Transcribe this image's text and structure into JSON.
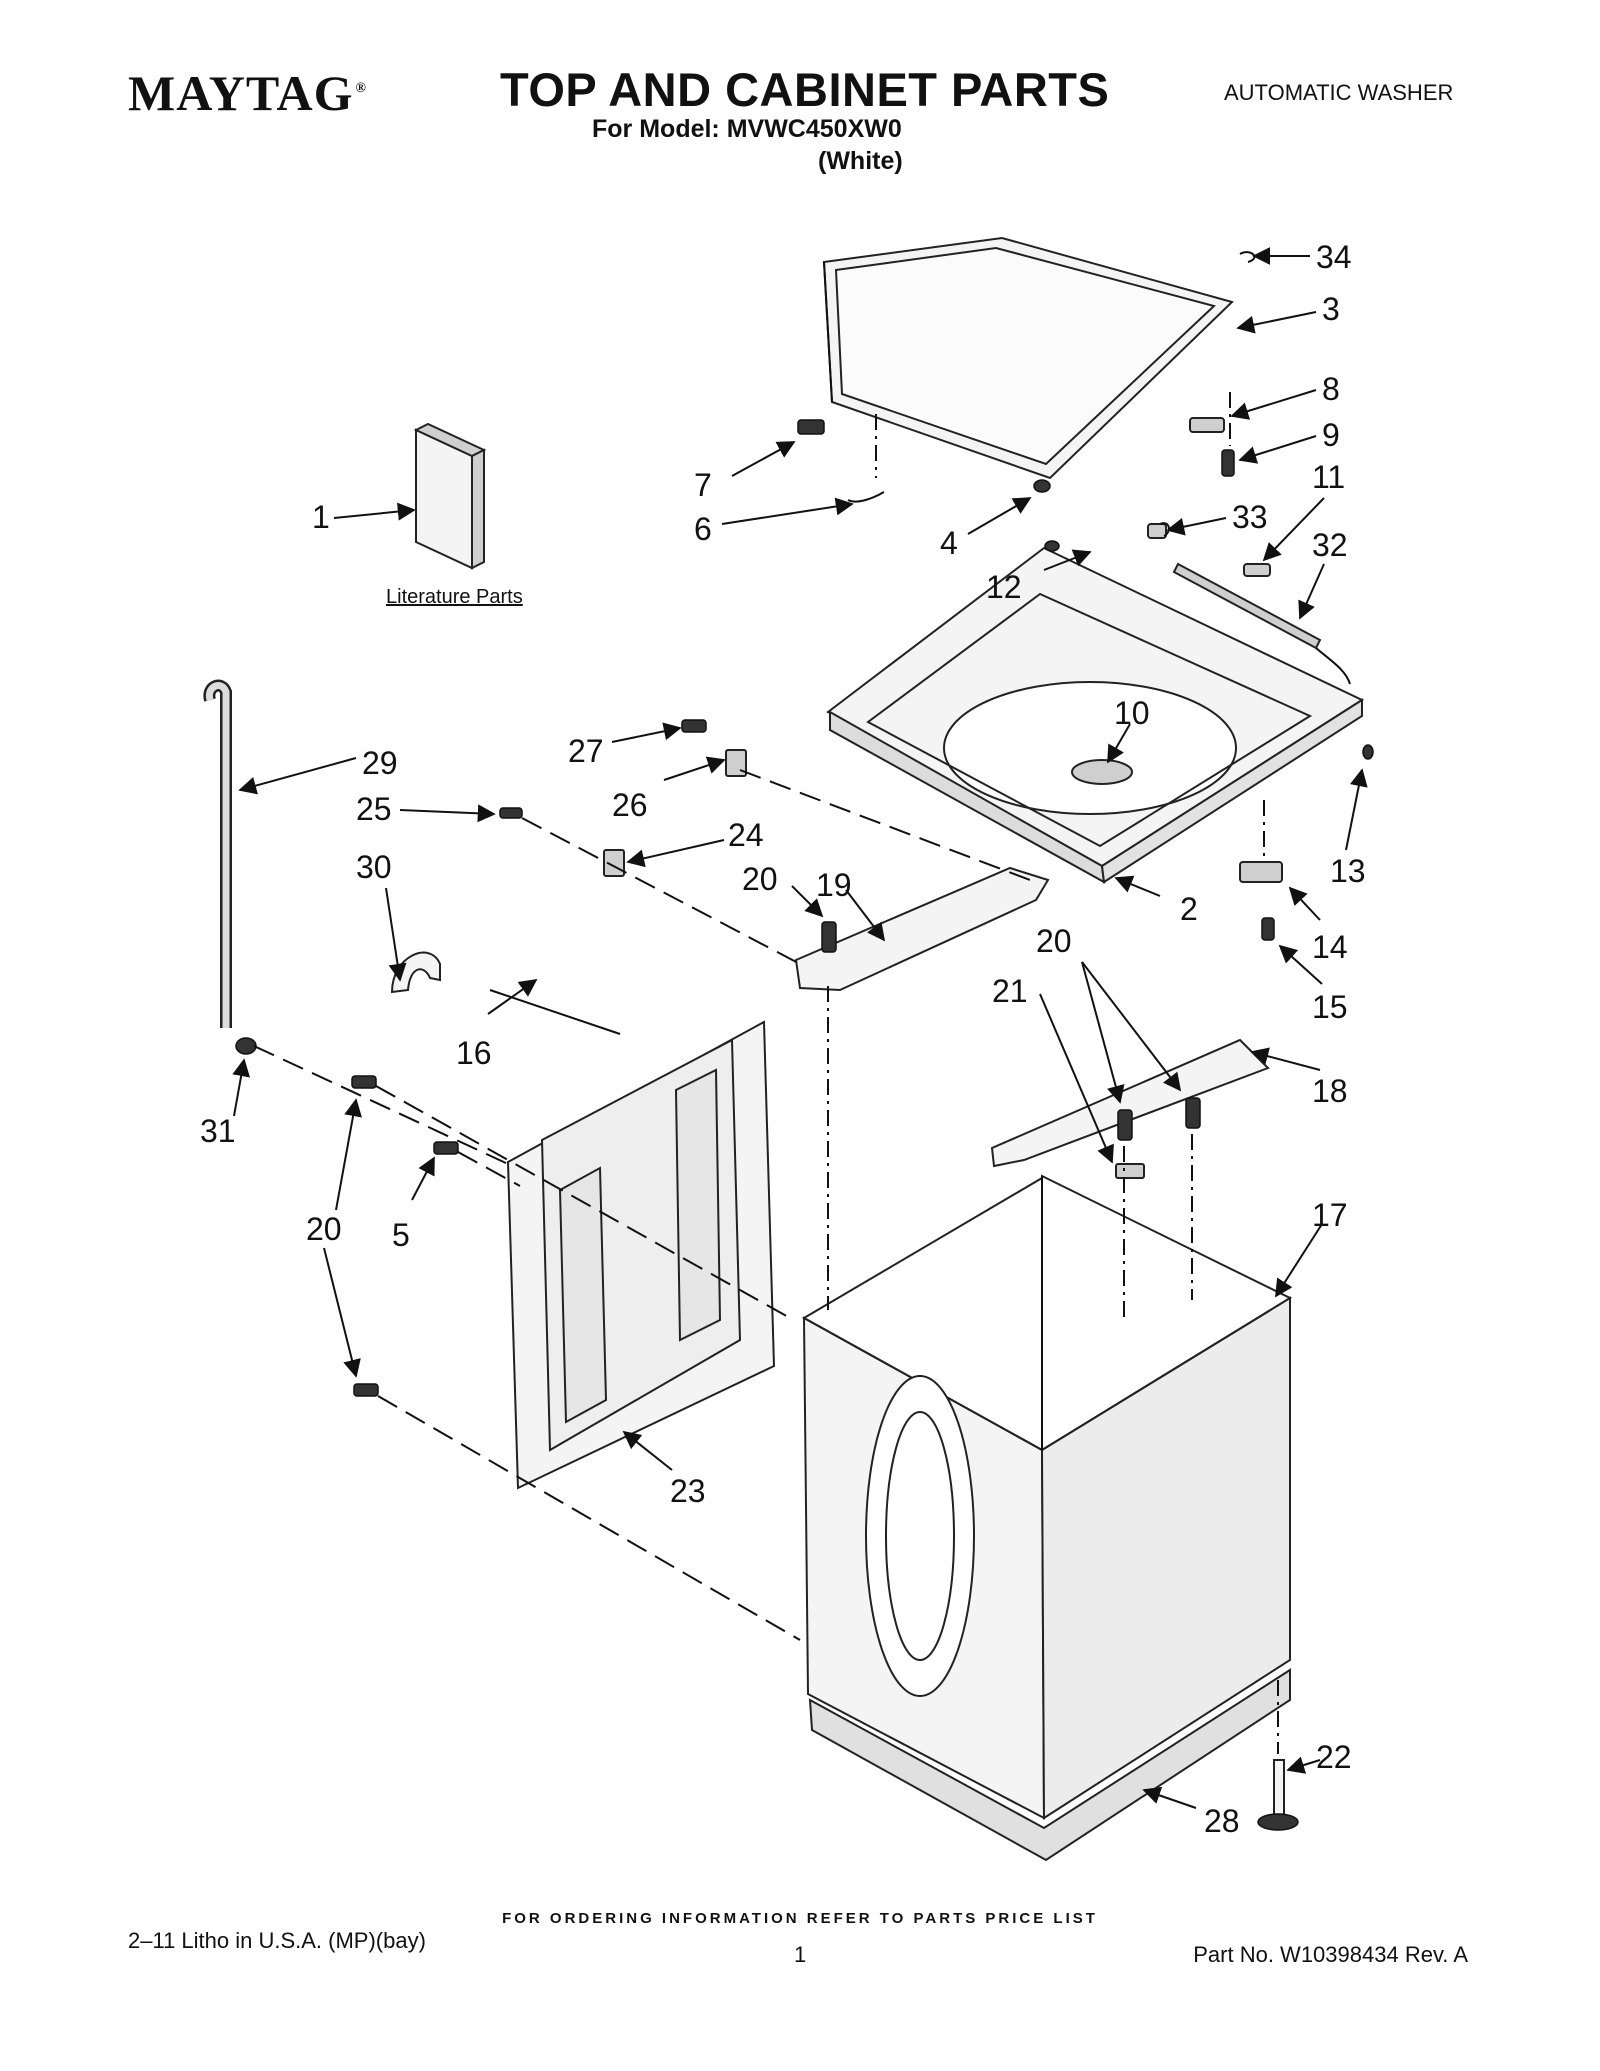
{
  "header": {
    "brand": "MAYTAG",
    "brand_mark": "®",
    "title": "TOP AND CABINET PARTS",
    "model_line": "For Model: MVWC450XW0",
    "color_line": "(White)",
    "appliance_type": "AUTOMATIC WASHER"
  },
  "diagram": {
    "literature_caption": "Literature Parts",
    "callouts": [
      "34",
      "3",
      "8",
      "9",
      "7",
      "6",
      "4",
      "33",
      "11",
      "1",
      "12",
      "32",
      "10",
      "29",
      "27",
      "26",
      "25",
      "24",
      "30",
      "20",
      "19",
      "2",
      "13",
      "14",
      "15",
      "20",
      "21",
      "16",
      "18",
      "31",
      "20",
      "5",
      "17",
      "23",
      "22",
      "28"
    ]
  },
  "footer": {
    "ordering_note": "FOR ORDERING INFORMATION REFER TO PARTS PRICE LIST",
    "litho": "2–11 Litho in U.S.A. (MP)(bay)",
    "page_number": "1",
    "part_number": "Part No. W10398434 Rev. A"
  }
}
